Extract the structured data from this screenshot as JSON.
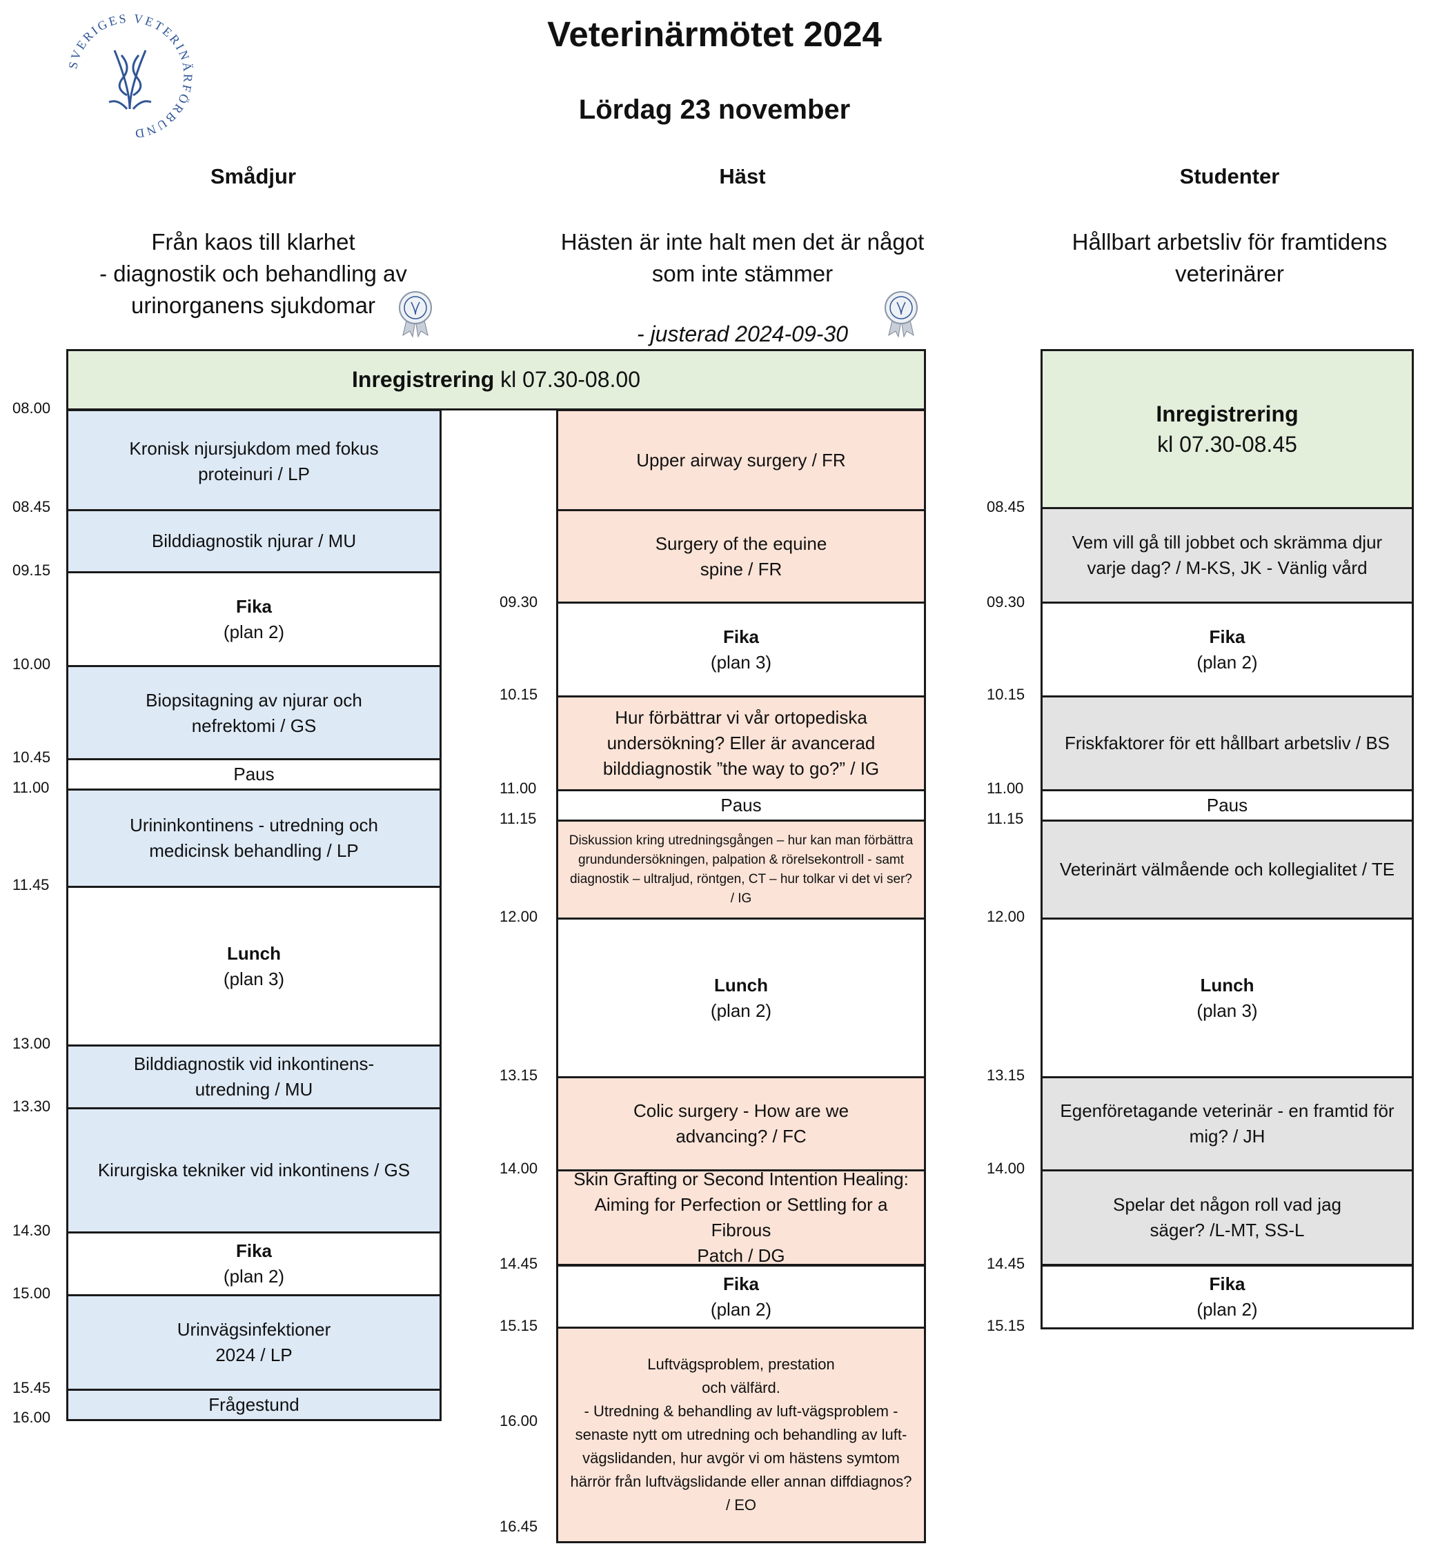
{
  "header": {
    "title": "Veterinärmötet 2024",
    "date": "Lördag 23 november",
    "logo_text": "SVERIGES VETERINÄRFÖRBUND",
    "colors": {
      "blue": "#dde9f5",
      "peach": "#fbe3d7",
      "green": "#e3efdb",
      "grey": "#e3e3e3",
      "logo": "#2f5597"
    }
  },
  "columns": {
    "smadjur": {
      "name": "Smådjur",
      "subtitle_lines": [
        "Från kaos till klarhet",
        "- diagnostik och behandling av",
        "urinorganens sjukdomar"
      ]
    },
    "hast": {
      "name": "Häst",
      "subtitle_lines": [
        "Hästen är inte halt men det är något",
        "som inte stämmer"
      ],
      "adjusted": "- justerad 2024-09-30"
    },
    "studenter": {
      "name": "Studenter",
      "subtitle_lines": [
        "Hållbart arbetsliv för framtidens",
        "veterinärer"
      ]
    }
  },
  "registration": {
    "main": {
      "bold": "Inregistrering",
      "rest": " kl 07.30-08.00"
    },
    "studenter": {
      "bold": "Inregistrering",
      "rest": "kl 07.30-08.45"
    }
  },
  "times": {
    "left": [
      "08.00",
      "08.45",
      "09.15",
      "10.00",
      "10.45",
      "11.00",
      "11.45",
      "13.00",
      "13.30",
      "14.30",
      "15.00",
      "15.45",
      "16.00"
    ],
    "middle": [
      "09.30",
      "10.15",
      "11.00",
      "11.15",
      "12.00",
      "13.15",
      "14.00",
      "14.45",
      "15.15",
      "16.00",
      "16.45"
    ],
    "right": [
      "08.45",
      "09.30",
      "10.15",
      "11.00",
      "11.15",
      "12.00",
      "13.15",
      "14.00",
      "14.45",
      "15.15"
    ]
  },
  "smadjur_sessions": [
    {
      "lines": [
        "Kronisk njursjukdom med fokus",
        "proteinuri / LP"
      ]
    },
    {
      "lines": [
        "Bilddiagnostik njurar / MU"
      ]
    },
    {
      "bold": "Fika",
      "lines": [
        "(plan 2)"
      ]
    },
    {
      "lines": [
        "Biopsitagning av njurar och",
        "nefrektomi / GS"
      ]
    },
    {
      "lines": [
        "Paus"
      ]
    },
    {
      "lines": [
        "Urininkontinens - utredning och",
        "medicinsk behandling / LP"
      ]
    },
    {
      "bold": "Lunch",
      "lines": [
        "(plan 3)"
      ]
    },
    {
      "lines": [
        "Bilddiagnostik vid inkontinens-",
        "utredning / MU"
      ]
    },
    {
      "lines": [
        "Kirurgiska tekniker vid inkontinens / GS"
      ]
    },
    {
      "bold": "Fika",
      "lines": [
        "(plan 2)"
      ]
    },
    {
      "lines": [
        "Urinvägsinfektioner",
        "2024 / LP"
      ]
    },
    {
      "lines": [
        "Frågestund"
      ]
    }
  ],
  "hast_sessions": [
    {
      "lines": [
        "Upper airway surgery / FR"
      ]
    },
    {
      "lines": [
        "Surgery of the equine",
        "spine / FR"
      ]
    },
    {
      "bold": "Fika",
      "lines": [
        "(plan 3)"
      ]
    },
    {
      "lines": [
        "Hur förbättrar vi vår ortopediska",
        "undersökning? Eller är avancerad",
        "bilddiagnostik ”the way to go?”  / IG"
      ]
    },
    {
      "lines": [
        "Paus"
      ]
    },
    {
      "lines": [
        "Diskussion kring utredningsgången – hur kan man förbättra",
        "grundundersökningen, palpation & rörelsekontroll - samt",
        "diagnostik – ultraljud, röntgen, CT – hur tolkar vi det vi ser?",
        "/ IG"
      ]
    },
    {
      "bold": "Lunch",
      "lines": [
        "(plan 2)"
      ]
    },
    {
      "lines": [
        "Colic surgery - How are we",
        "advancing? / FC"
      ]
    },
    {
      "lines": [
        "Skin Grafting or Second Intention Healing:",
        "Aiming for Perfection or Settling for a Fibrous",
        "Patch / DG"
      ]
    },
    {
      "bold": "Fika",
      "lines": [
        "(plan 2)"
      ]
    },
    {
      "lines": [
        "Luftvägsproblem, prestation",
        "och välfärd.",
        "- Utredning & behandling av luft-vägsproblem -",
        "senaste nytt om utredning och behandling av luft-",
        "vägslidanden, hur avgör vi om hästens symtom",
        "härrör från luftvägslidande eller annan diffdiagnos?",
        "/ EO"
      ]
    }
  ],
  "studenter_sessions": [
    {
      "lines": [
        "Vem vill gå till jobbet och skrämma djur",
        "varje dag? / M-KS, JK - Vänlig vård"
      ]
    },
    {
      "bold": "Fika",
      "lines": [
        "(plan 2)"
      ]
    },
    {
      "lines": [
        "Friskfaktorer för ett hållbart arbetsliv / BS"
      ]
    },
    {
      "lines": [
        "Paus"
      ]
    },
    {
      "lines": [
        "Veterinärt välmående och kollegialitet / TE"
      ]
    },
    {
      "bold": "Lunch",
      "lines": [
        "(plan 3)"
      ]
    },
    {
      "lines": [
        "Egenföretagande veterinär - en framtid för",
        "mig? / JH"
      ]
    },
    {
      "lines": [
        "Spelar det någon roll vad jag",
        "säger? /L-MT, SS-L"
      ]
    },
    {
      "bold": "Fika",
      "lines": [
        "(plan 2)"
      ]
    }
  ]
}
